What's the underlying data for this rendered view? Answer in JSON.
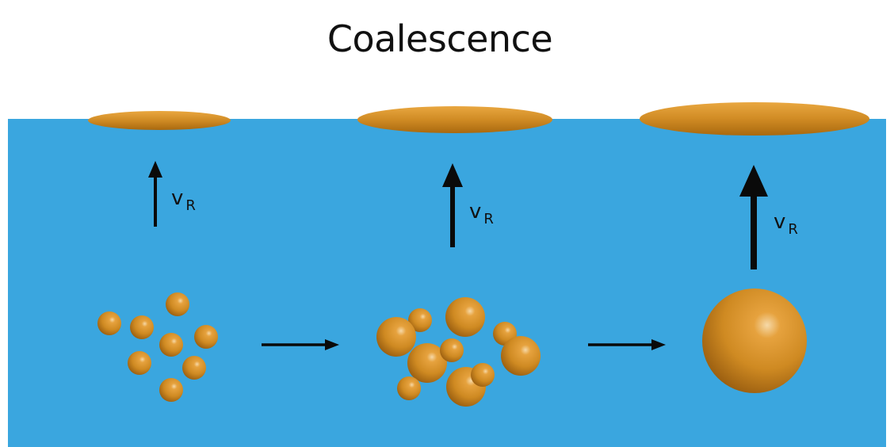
{
  "title": "Coalescence",
  "velocity_label": {
    "main": "v",
    "subscript": "R"
  },
  "stages": [
    {
      "label_main": "v",
      "label_sub": "R"
    },
    {
      "label_main": "v",
      "label_sub": "R"
    },
    {
      "label_main": "v",
      "label_sub": "R"
    }
  ],
  "colors": {
    "water": "#3aa6df",
    "droplet": "#cf8a22",
    "droplet_highlight": "#f3c98a",
    "droplet_shadow": "#9a5e10",
    "arrow": "#0a0a0a",
    "title": "#111111"
  }
}
